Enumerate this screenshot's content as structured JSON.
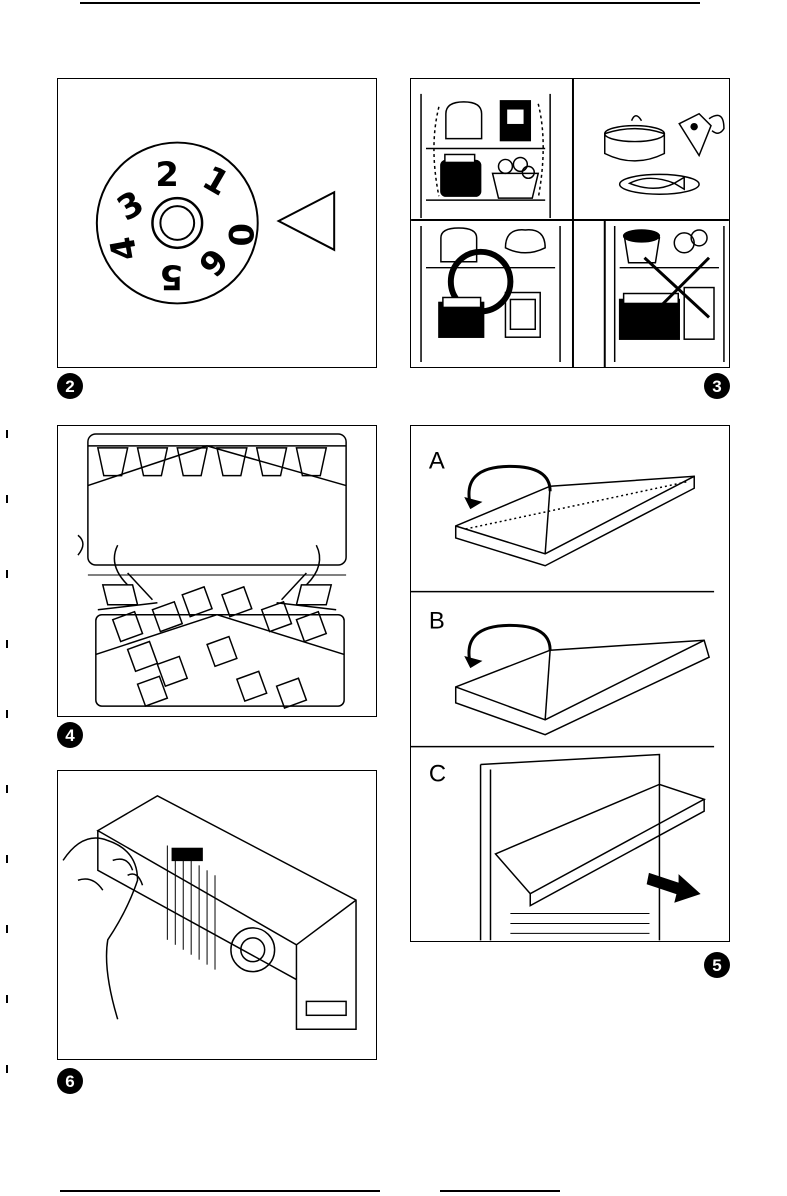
{
  "figures": {
    "fig2": {
      "number": "2",
      "dial_labels": [
        "0",
        "1",
        "2",
        "3",
        "4",
        "5",
        "6"
      ]
    },
    "fig3": {
      "number": "3"
    },
    "fig4": {
      "number": "4"
    },
    "fig5": {
      "number": "5",
      "panel_labels": [
        "A",
        "B",
        "C"
      ]
    },
    "fig6": {
      "number": "6"
    }
  }
}
